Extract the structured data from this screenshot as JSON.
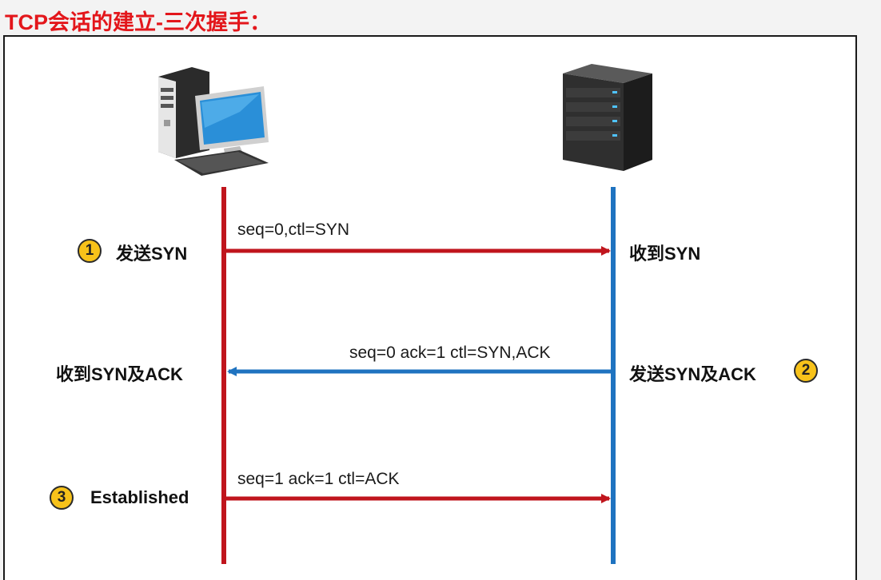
{
  "title": "TCP会话的建立-三次握手：",
  "colors": {
    "client": "#c0151d",
    "server": "#1f73c0",
    "step_badge": "#f7c21a",
    "title": "#e3161b"
  },
  "actors": {
    "client": {
      "icon": "desktop-computer-icon"
    },
    "server": {
      "icon": "server-tower-icon"
    }
  },
  "steps": [
    {
      "number": "1",
      "client_label": "发送SYN",
      "server_label": "收到SYN",
      "message": "seq=0,ctl=SYN",
      "direction": "client-to-server"
    },
    {
      "number": "2",
      "client_label": "收到SYN及ACK",
      "server_label": "发送SYN及ACK",
      "message": "seq=0 ack=1 ctl=SYN,ACK",
      "direction": "server-to-client"
    },
    {
      "number": "3",
      "client_label": "Established",
      "server_label": "",
      "message": "seq=1 ack=1 ctl=ACK",
      "direction": "client-to-server"
    }
  ]
}
